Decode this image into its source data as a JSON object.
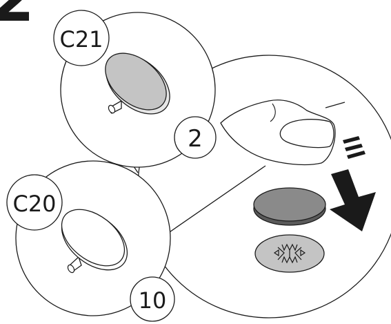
{
  "step_number": "2",
  "parts": [
    {
      "code": "C21",
      "quantity": "2"
    },
    {
      "code": "C20",
      "quantity": "10"
    }
  ],
  "colors": {
    "stroke": "#1a1a1a",
    "cap_fill_dark": "#8a8a8a",
    "cap_fill_light": "#c4c4c4",
    "background": "#ffffff"
  },
  "icons": [
    "finger-press-icon",
    "down-arrow-icon",
    "felt-pad-icon",
    "fur-pattern-icon"
  ]
}
